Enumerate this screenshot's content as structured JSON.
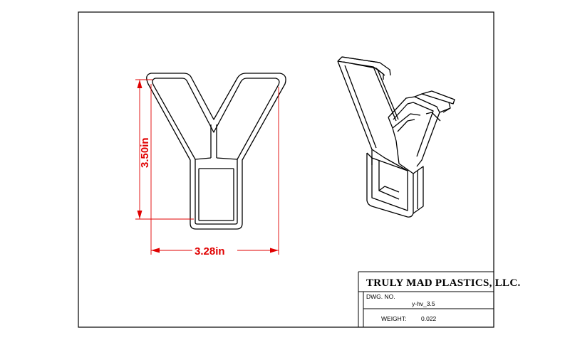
{
  "drawing": {
    "dimensions": {
      "height_label": "3.50in",
      "width_label": "3.28in"
    },
    "title_block": {
      "company": "TRULY MAD PLASTICS, LLC.",
      "dwg_no_label": "DWG.  NO.",
      "dwg_no_value": "y-hv_3.5",
      "weight_label": "WEIGHT:",
      "weight_value": "0.022"
    }
  },
  "colors": {
    "dimension": "#e00000",
    "linework": "#000000"
  }
}
